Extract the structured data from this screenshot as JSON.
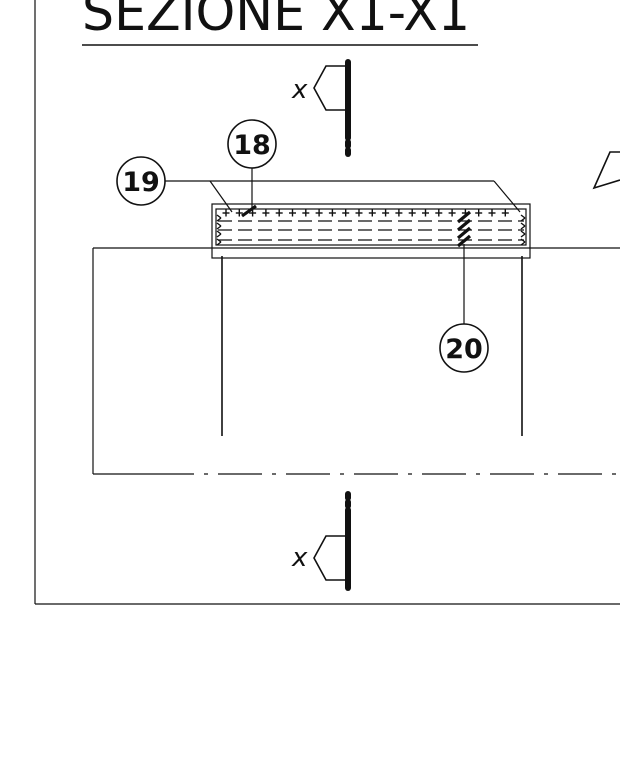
{
  "drawing": {
    "section_title": "SEZIONE X1-X1",
    "section_arrow_top_label": "x",
    "section_arrow_bottom_label": "x",
    "callouts": [
      {
        "id": "callout-19",
        "label": "19"
      },
      {
        "id": "callout-18",
        "label": "18"
      },
      {
        "id": "callout-20",
        "label": "20"
      }
    ]
  }
}
